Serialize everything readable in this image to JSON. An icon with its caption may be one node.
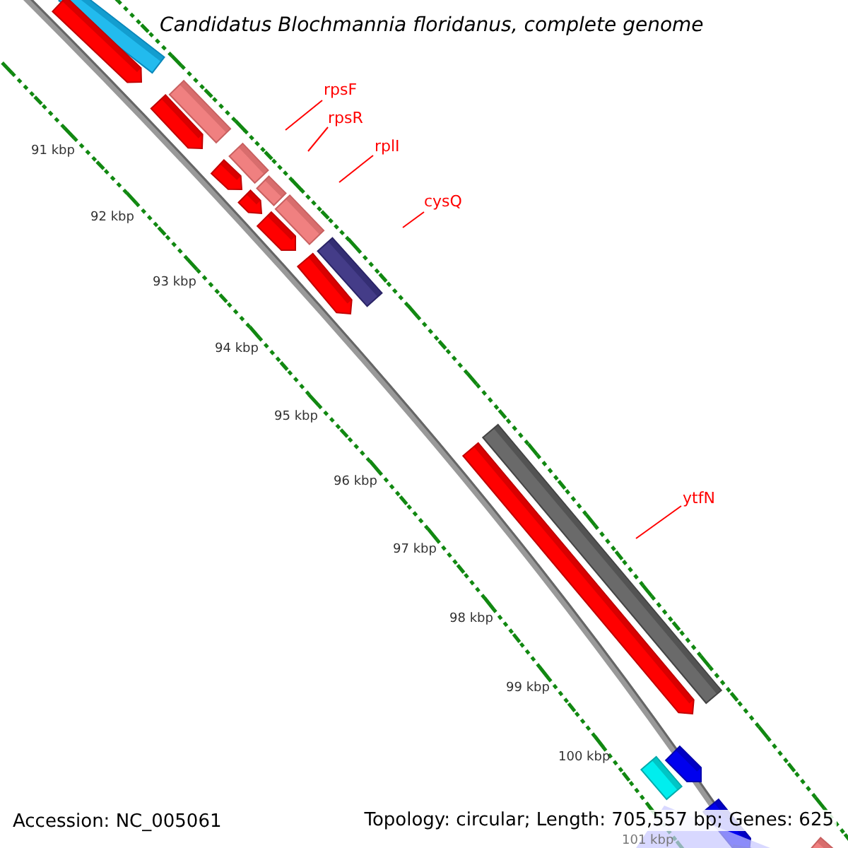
{
  "diagram": {
    "title": "Candidatus Blochmannia floridanus, complete genome",
    "nodes": [
      {
        "text": [
          "rpsF"
        ]
      },
      {
        "text": [
          "rpsR"
        ]
      },
      {
        "text": [
          "rplI"
        ]
      },
      {
        "text": [
          "cysQ"
        ]
      },
      {
        "text": [
          "ytfN"
        ]
      }
    ],
    "edges": [
      {
        "from": 0,
        "to": null,
        "arrow": "none"
      },
      {
        "from": 1,
        "to": null,
        "arrow": "none"
      },
      {
        "from": 2,
        "to": null,
        "arrow": "none"
      },
      {
        "from": 3,
        "to": null,
        "arrow": "none"
      },
      {
        "from": 4,
        "to": null,
        "arrow": "none"
      }
    ],
    "labels": [
      "91 kbp",
      "92 kbp",
      "93 kbp",
      "94 kbp",
      "95 kbp",
      "96 kbp",
      "97 kbp",
      "98 kbp",
      "99 kbp",
      "100 kbp",
      "101 kbp",
      "Accession: NC_005061",
      "Topology: circular; Length: 705,557 bp; Genes: 625"
    ]
  }
}
